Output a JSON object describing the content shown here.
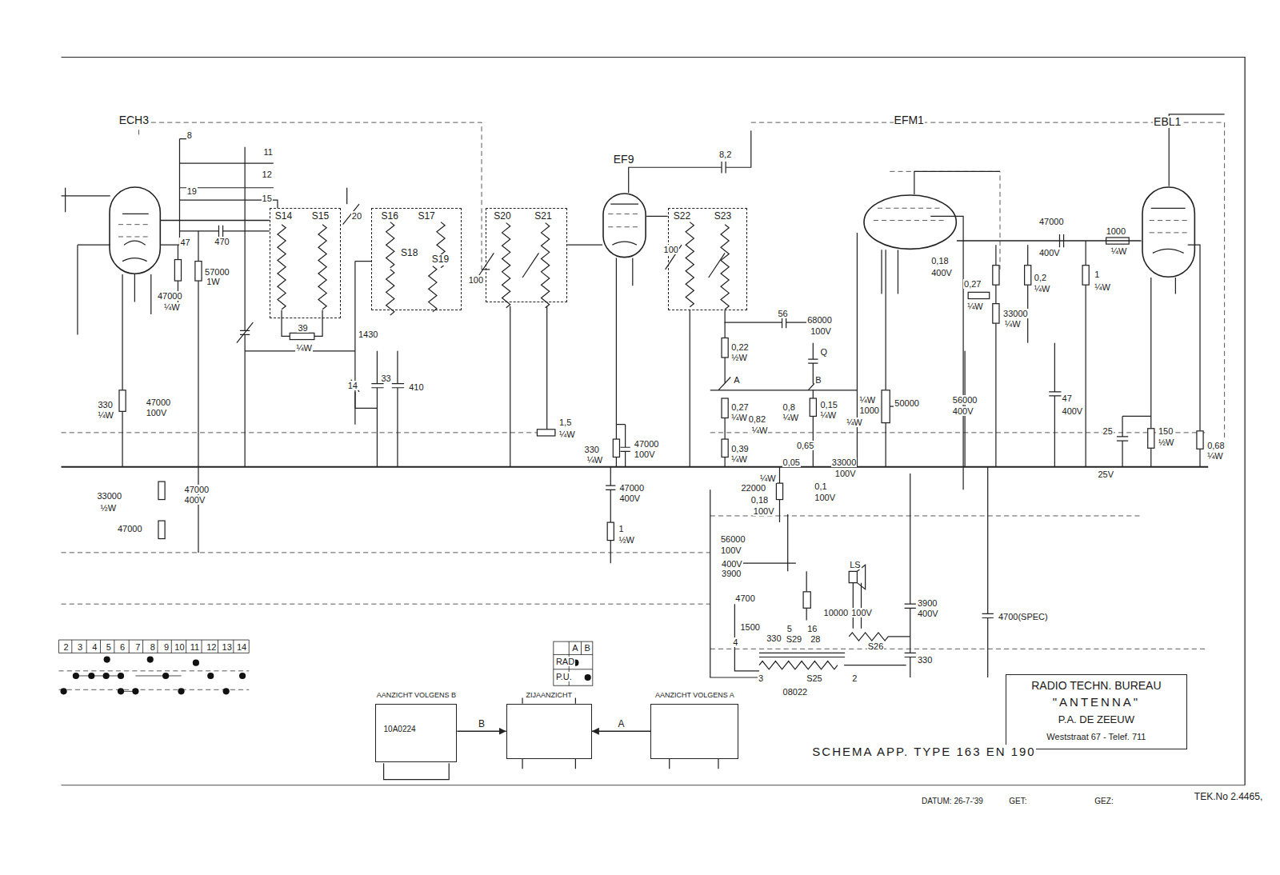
{
  "diagram": {
    "title": "SCHEMA APP. TYPE 163 EN 190",
    "nodes": [
      {
        "text": [
          "ECH3"
        ]
      },
      {
        "text": [
          "EF9"
        ]
      },
      {
        "text": [
          "EFM1"
        ]
      },
      {
        "text": [
          "EBL1"
        ]
      },
      {
        "text": [
          "S14",
          "S15"
        ]
      },
      {
        "text": [
          "S16",
          "S17",
          "S18",
          "S19"
        ]
      },
      {
        "text": [
          "S20",
          "S21"
        ]
      },
      {
        "text": [
          "S22",
          "S23"
        ]
      },
      {
        "text": [
          "AANZICHT VOLGENS B",
          "10A0224"
        ]
      },
      {
        "text": [
          "ZIJAANZICHT"
        ]
      },
      {
        "text": [
          "AANZICHT VOLGENS A"
        ]
      },
      {
        "text": [
          "RADIO TECHN. BUREAU",
          "\"ANTENNA\"",
          "P.A. DE ZEEUW",
          "Weststraat 67 - Telef. 711"
        ]
      }
    ],
    "edges": [
      {
        "from": 0,
        "to": 4,
        "arrow": "none"
      },
      {
        "from": 6,
        "to": 1,
        "arrow": "none"
      },
      {
        "from": 1,
        "to": 7,
        "arrow": "none"
      },
      {
        "from": 2,
        "to": 3,
        "arrow": "none"
      },
      {
        "from": 8,
        "to": 9,
        "label": "B",
        "arrow": "to"
      },
      {
        "from": 10,
        "to": 9,
        "label": "A",
        "arrow": "to"
      }
    ],
    "labels": [
      "8",
      "11",
      "12",
      "19",
      "15",
      "47",
      "470",
      "57000",
      "1W",
      "47000",
      "¼W",
      "20",
      "39",
      "¼W",
      "1430",
      "14",
      "33",
      "410",
      "100",
      "1,5",
      "¼W",
      "330",
      "¼W",
      "47000",
      "100V",
      "33000",
      "½W",
      "47000",
      "400V",
      "47000",
      "330",
      "¼W",
      "47000",
      "100V",
      "47000",
      "400V",
      "1",
      "½W",
      "100",
      "8,2",
      "56",
      "68000",
      "100V",
      "Q",
      "0,22",
      "½W",
      "A",
      "B",
      "0,27",
      "¼W",
      "0,8",
      "¼W",
      "0,82",
      "¼W",
      "0,15",
      "¼W",
      "¼W",
      "¼W",
      "1000",
      "50000",
      "0,39",
      "¼W",
      "0,65",
      "0,05",
      "33000",
      "100V",
      "¼W",
      "22000",
      "0,18",
      "100V",
      "0,1",
      "100V",
      "0,18",
      "400V",
      "0,27",
      "¼W",
      "33000",
      "¼W",
      "56000",
      "400V",
      "47000",
      "400V",
      "1000",
      "¼W",
      "0,2",
      "¼W",
      "1",
      "¼W",
      "47",
      "400V",
      "25",
      "25V",
      "150",
      "½W",
      "0,68",
      "¼W",
      "56000",
      "100V",
      "400V",
      "3900",
      "4700",
      "1500",
      "4",
      "330",
      "5",
      "S29",
      "28",
      "16",
      "10000",
      "100V",
      "LS",
      "S26",
      "3",
      "S25",
      "2",
      "08022",
      "3900",
      "400V",
      "330",
      "4700(SPEC)",
      "2",
      "3",
      "4",
      "5",
      "6",
      "7",
      "8",
      "9",
      "10",
      "11",
      "12",
      "13",
      "14",
      "A",
      "B",
      "RAD",
      "P.U.",
      "DATUM: 26-7-'39",
      "GET:",
      "GEZ:",
      "TEK.No 2.4465,"
    ]
  }
}
